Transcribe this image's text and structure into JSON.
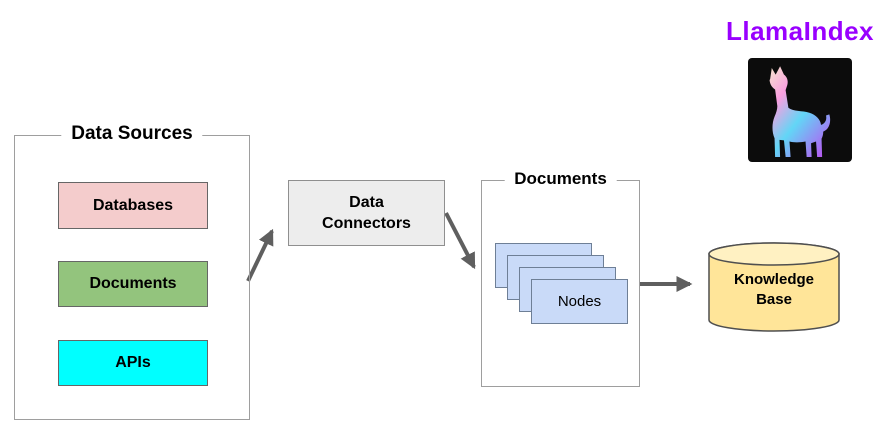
{
  "brand": {
    "title": "LlamaIndex",
    "logo": "llama-logo"
  },
  "data_sources": {
    "title": "Data Sources",
    "items": [
      {
        "label": "Databases",
        "fill": "#f4cccc"
      },
      {
        "label": "Documents",
        "fill": "#93c47d"
      },
      {
        "label": "APIs",
        "fill": "#00ffff"
      }
    ]
  },
  "data_connectors": {
    "line1": "Data",
    "line2": "Connectors"
  },
  "documents_group": {
    "title": "Documents",
    "card_count": 4,
    "front_card_label": "Nodes"
  },
  "knowledge_base": {
    "line1": "Knowledge",
    "line2": "Base"
  },
  "flow": [
    "Data Sources -> Data Connectors",
    "Data Connectors -> Documents",
    "Documents -> Knowledge Base"
  ],
  "colors": {
    "canvas_bg": "#ffffff",
    "brand_purple": "#9900ff",
    "logo_bg": "#0c0c0c",
    "llama_cream": "#f6e6cd",
    "llama_pink": "#fa9fe0",
    "llama_cyan": "#62d6f6",
    "llama_purple": "#b45cf2",
    "databases_fill": "#f4cccc",
    "documents_fill": "#93c47d",
    "apis_fill": "#00ffff",
    "box_border": "#666666",
    "group_border": "#9e9e9e",
    "connector_fill": "#ededed",
    "connector_border": "#8f8f8f",
    "card_fill": "#c9daf8",
    "card_border": "#6e7f96",
    "cylinder_fill": "#ffe599",
    "cylinder_top_fill": "#fff1c2",
    "cylinder_border": "#4f4f4f",
    "arrow": "#5f5f5f",
    "text": "#000000"
  }
}
